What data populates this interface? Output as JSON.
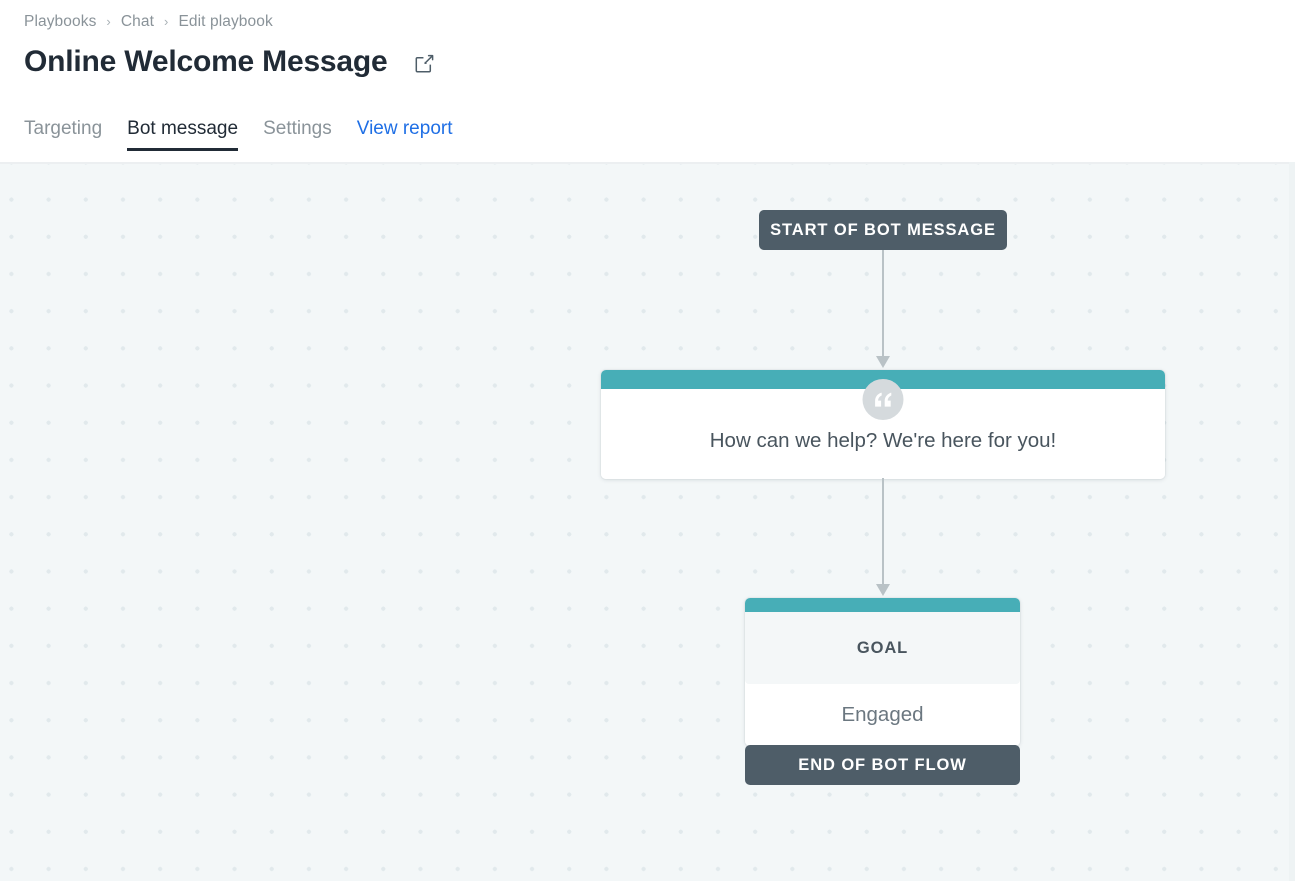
{
  "breadcrumb": {
    "separator": "›",
    "items": [
      {
        "label": "Playbooks"
      },
      {
        "label": "Chat"
      },
      {
        "label": "Edit playbook"
      }
    ]
  },
  "header": {
    "title": "Online Welcome Message",
    "edit_icon": "edit-pencil-square-icon"
  },
  "tabs": [
    {
      "label": "Targeting",
      "state": "inactive"
    },
    {
      "label": "Bot message",
      "state": "active"
    },
    {
      "label": "Settings",
      "state": "inactive"
    },
    {
      "label": "View report",
      "state": "link"
    }
  ],
  "canvas": {
    "background_color": "#f3f7f8",
    "dot_color": "#e1e9ec"
  },
  "flow": {
    "start_node": {
      "label": "START OF BOT MESSAGE",
      "color": "#4e5d68"
    },
    "message_node": {
      "icon": "quote-icon",
      "accent_color": "#47aeb7",
      "text": "How can we help? We're here for you!"
    },
    "goal_node": {
      "accent_color": "#47aeb7",
      "label": "GOAL",
      "value": "Engaged"
    },
    "end_node": {
      "label": "END OF BOT FLOW",
      "color": "#4e5d68"
    }
  }
}
